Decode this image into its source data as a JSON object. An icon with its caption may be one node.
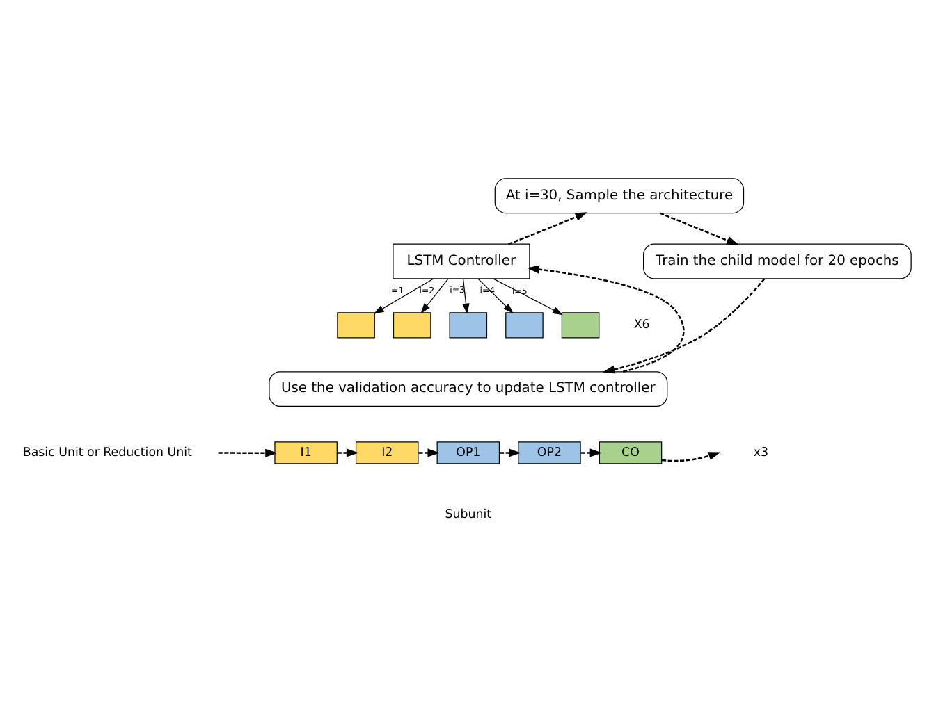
{
  "diagram": {
    "nodes": [
      {
        "text": [
          "LSTM Controller"
        ]
      },
      {
        "text": [
          "At i=30, Sample the architecture"
        ]
      },
      {
        "text": [
          "Train the child model for 20 epochs"
        ]
      },
      {
        "text": [
          "Use the validation accuracy to update LSTM controller"
        ]
      },
      {
        "text": [],
        "shape": "box"
      },
      {
        "text": [],
        "shape": "box"
      },
      {
        "text": [],
        "shape": "box"
      },
      {
        "text": [],
        "shape": "box"
      },
      {
        "text": [],
        "shape": "box"
      },
      {
        "text": [
          "I1"
        ]
      },
      {
        "text": [
          "I2"
        ]
      },
      {
        "text": [
          "OP1"
        ]
      },
      {
        "text": [
          "OP2"
        ]
      },
      {
        "text": [
          "CO"
        ]
      }
    ],
    "edges": [
      {
        "from": 0,
        "to": 1,
        "arrow": "to",
        "style": "dashed"
      },
      {
        "from": 1,
        "to": 2,
        "arrow": "to",
        "style": "dashed"
      },
      {
        "from": 2,
        "to": 3,
        "arrow": "to",
        "style": "dashed"
      },
      {
        "from": 3,
        "to": 0,
        "arrow": "to",
        "style": "dashed"
      },
      {
        "from": 0,
        "to": 4,
        "arrow": "to",
        "label": "i=1"
      },
      {
        "from": 0,
        "to": 5,
        "arrow": "to",
        "label": "i=2"
      },
      {
        "from": 0,
        "to": 6,
        "arrow": "to",
        "label": "i=3"
      },
      {
        "from": 0,
        "to": 7,
        "arrow": "to",
        "label": "i=4"
      },
      {
        "from": 0,
        "to": 8,
        "arrow": "to",
        "label": "i=5"
      },
      {
        "from": null,
        "to": 9,
        "arrow": "to",
        "style": "dashed"
      },
      {
        "from": 9,
        "to": 10,
        "arrow": "to",
        "style": "dashed"
      },
      {
        "from": 10,
        "to": 11,
        "arrow": "to",
        "style": "dashed"
      },
      {
        "from": 11,
        "to": 12,
        "arrow": "to",
        "style": "dashed"
      },
      {
        "from": 12,
        "to": 13,
        "arrow": "to",
        "style": "dashed"
      },
      {
        "from": 13,
        "to": null,
        "arrow": "to",
        "style": "dashed"
      }
    ],
    "labels": [
      "X6",
      "Basic Unit or Reduction Unit",
      "x3",
      "Subunit"
    ]
  }
}
